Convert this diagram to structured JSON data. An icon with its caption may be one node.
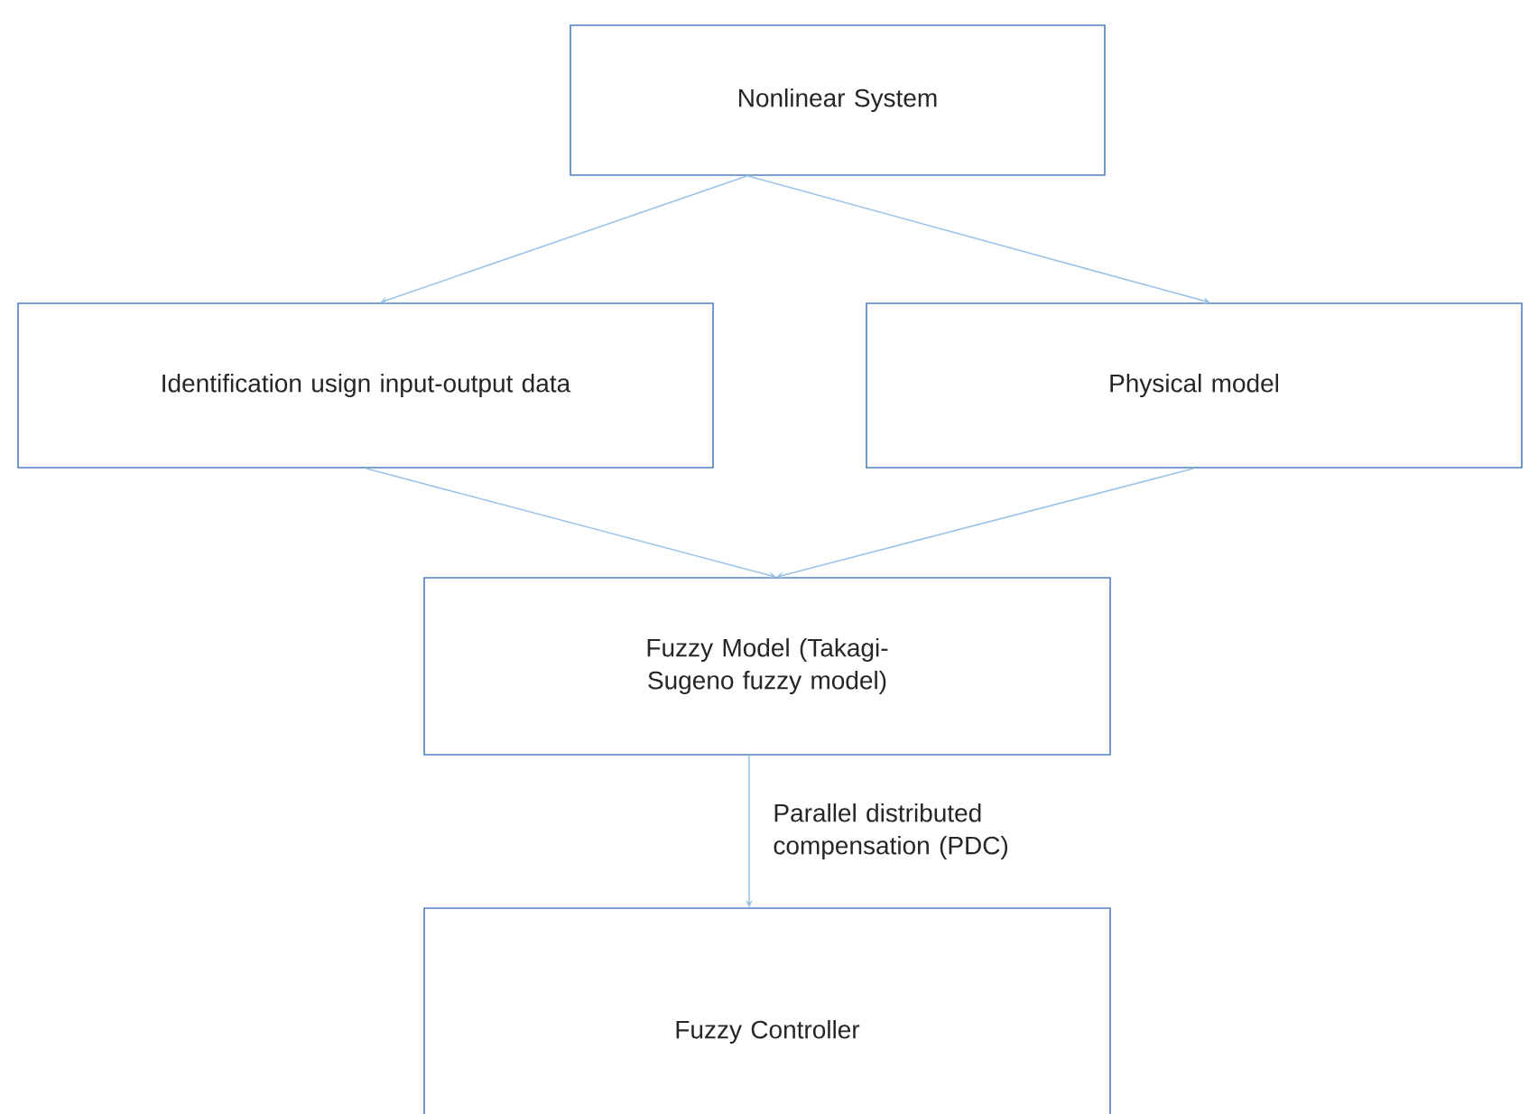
{
  "diagram": {
    "nodes": [
      {
        "text": [
          "Nonlinear System"
        ]
      },
      {
        "text": [
          "Identification usign input-output data"
        ]
      },
      {
        "text": [
          "Physical model"
        ]
      },
      {
        "text": [
          "Fuzzy Model (Takagi-Sugeno fuzzy model)"
        ]
      },
      {
        "text": [
          "Fuzzy Controller"
        ]
      }
    ],
    "edges": [
      {
        "from": 0,
        "to": 1,
        "arrow": "to"
      },
      {
        "from": 0,
        "to": 2,
        "arrow": "to"
      },
      {
        "from": 1,
        "to": 3,
        "arrow": "to"
      },
      {
        "from": 2,
        "to": 3,
        "arrow": "to"
      },
      {
        "from": 3,
        "to": 4,
        "arrow": "to",
        "label": "Parallel distributed compensation (PDC)"
      }
    ]
  }
}
